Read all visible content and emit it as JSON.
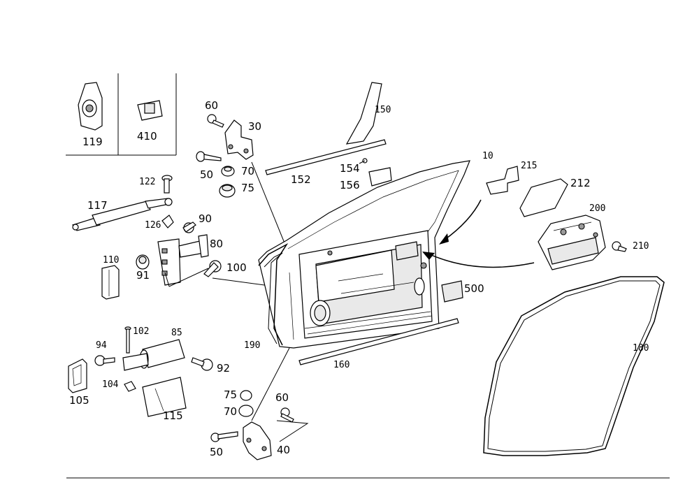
{
  "diagram": {
    "callouts": {
      "c119": "119",
      "c410": "410",
      "c60a": "60",
      "c30": "30",
      "c50a": "50",
      "c70a": "70",
      "c75a": "75",
      "c122": "122",
      "c117": "117",
      "c126": "126",
      "c90": "90",
      "c80": "80",
      "c110": "110",
      "c91": "91",
      "c100": "100",
      "c150": "150",
      "c152": "152",
      "c154": "154",
      "c156": "156",
      "c10": "10",
      "c215": "215",
      "c212": "212",
      "c200": "200",
      "c210": "210",
      "c500": "500",
      "c190": "190",
      "c160": "160",
      "c180": "180",
      "c102": "102",
      "c85": "85",
      "c94": "94",
      "c92": "92",
      "c104": "104",
      "c105": "105",
      "c115": "115",
      "c75b": "75",
      "c70b": "70",
      "c60b": "60",
      "c50b": "50",
      "c40": "40"
    }
  }
}
